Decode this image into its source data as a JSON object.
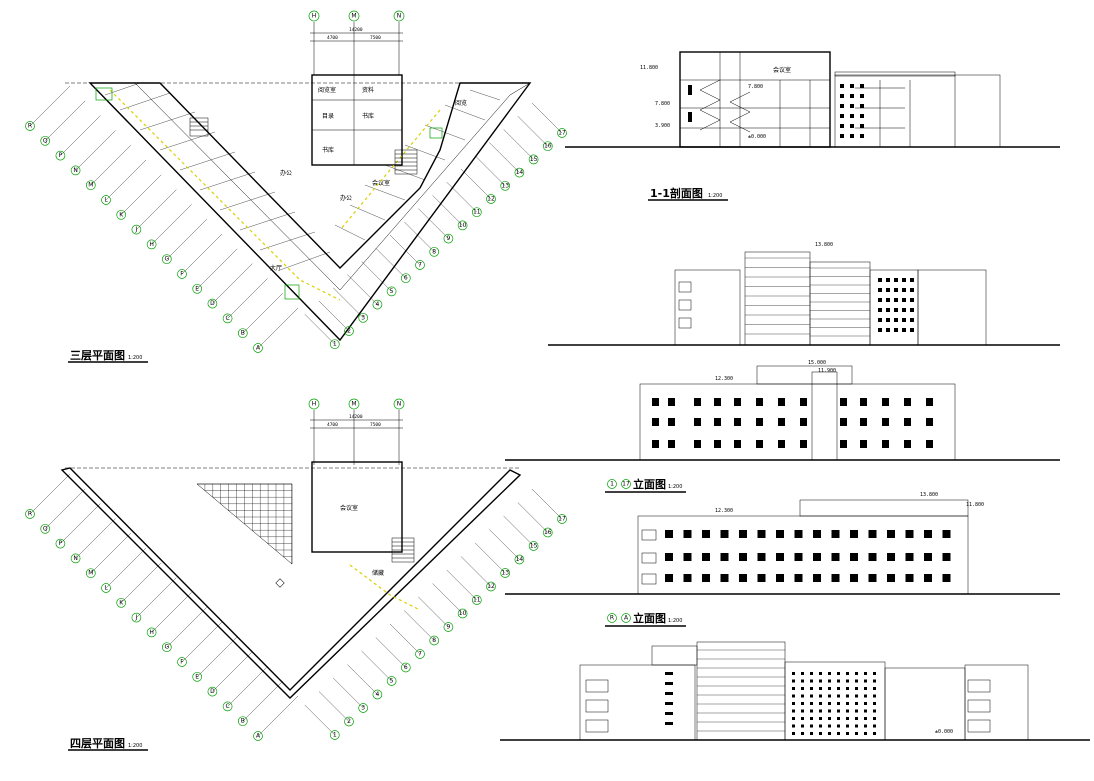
{
  "drawing": {
    "plan_third": {
      "title": "三层平面图",
      "scale": "1:200"
    },
    "plan_fourth": {
      "title": "四层平面图",
      "scale": "1:200"
    },
    "section_1_1": {
      "title": "1-1剖面图",
      "scale": "1:200"
    },
    "elevation_1_17": {
      "title": "立面图",
      "from": "1",
      "to": "17",
      "scale": "1:200"
    },
    "elevation_R_A": {
      "title": "立面图",
      "from": "R",
      "to": "A",
      "scale": "1:200"
    }
  },
  "top_axes": [
    "H",
    "M",
    "N"
  ],
  "top_dims": {
    "total": "14200",
    "left": "4700",
    "right": "7500"
  },
  "left_axes": [
    "R",
    "Q",
    "P",
    "N",
    "M",
    "L",
    "K",
    "J",
    "H",
    "G",
    "F",
    "E",
    "D",
    "C",
    "B",
    "A"
  ],
  "right_axes": [
    "17",
    "16",
    "15",
    "14",
    "13",
    "12",
    "11",
    "10",
    "9",
    "8",
    "7",
    "6",
    "5",
    "4",
    "3",
    "2",
    "1"
  ],
  "third_floor_rooms": {
    "r1": "阅览室",
    "r2": "资料",
    "r3": "书库",
    "r4": "目录",
    "r5": "书库",
    "r6": "办公",
    "r7": "办公",
    "r8": "会议室",
    "r9": "阅览",
    "r10": "大厅"
  },
  "fourth_floor_rooms": {
    "hall": "会议室",
    "r2": "储藏"
  },
  "levels": {
    "section_top": "11.800",
    "section_mid": "7.800",
    "section_low": "3.900",
    "section_gnd": "±0.000",
    "sec_lab1": "会议室",
    "roof_elev": "13.800",
    "elev_a": "12.300",
    "elev_b": "15.000",
    "elev_c": "11.900",
    "elev_d": "12.300",
    "elev_e": "13.800",
    "elev_f": "11.800",
    "floor_third": "7.800",
    "floor_fourth": "11.800",
    "ground_mark": "±0.000"
  }
}
